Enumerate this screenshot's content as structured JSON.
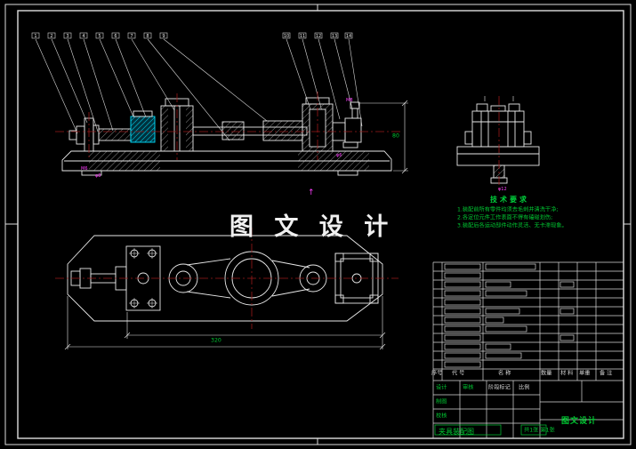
{
  "watermark": {
    "text": "图 文 设 计"
  },
  "colors": {
    "line": "#e8e8e8",
    "green": "#00c832",
    "magenta": "#ff3fff",
    "cyan": "#00e0ff",
    "centerline": "#9b1a1a",
    "background": "#000000"
  },
  "balloons": [
    "1",
    "2",
    "3",
    "4",
    "5",
    "6",
    "7",
    "8",
    "9",
    "10",
    "11",
    "12",
    "13",
    "14"
  ],
  "tech": {
    "title": "技术要求",
    "lines": [
      "1.装配前所有零件均须去毛刺并清洗干净;",
      "2.各定位元件工作表面不得有磕碰划伤;",
      "3.装配后各运动部件动作灵活、无卡滞现象。"
    ]
  },
  "annotations": {
    "arrow": "↑",
    "m1": "M6",
    "m2": "φ8",
    "m3": "M8",
    "m4": "φ6",
    "m5": "φ12"
  },
  "dims": {
    "plan_width": "320",
    "side_height": "80"
  },
  "parts_list": {
    "headers": [
      "序号",
      "代 号",
      "名  称",
      "数量",
      "材 料",
      "单重",
      "备 注"
    ]
  },
  "title_block": {
    "design": "设计",
    "draw": "制图",
    "check": "校核",
    "approve": "审核",
    "stage": "阶段标记",
    "scale": "比例",
    "brand": "图文设计",
    "title": "夹具装配图",
    "sheet": "共1张 第1张"
  }
}
